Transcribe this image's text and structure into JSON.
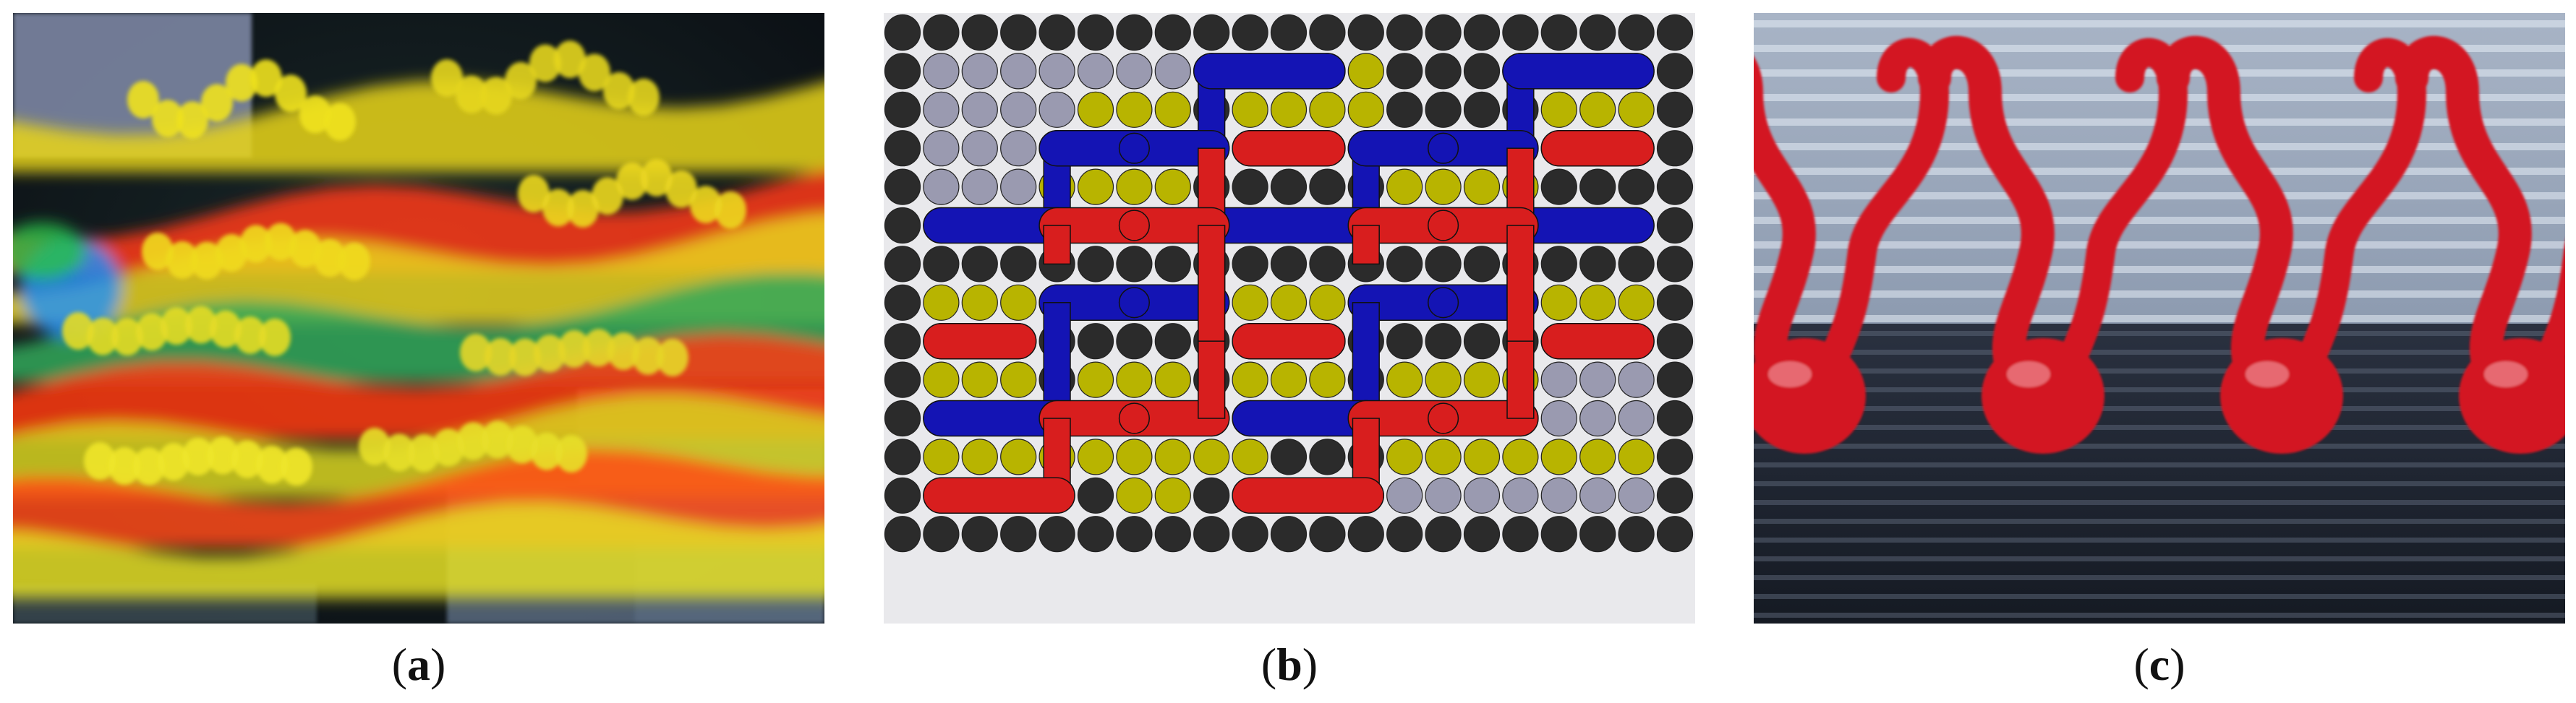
{
  "panels": [
    {
      "id": "a",
      "caption_open": "(",
      "caption_letter": "a",
      "caption_close": ")",
      "kind": "micrograph of multicolor printed textile"
    },
    {
      "id": "b",
      "caption_open": "(",
      "caption_letter": "b",
      "caption_close": ")",
      "kind": "schematic of fiber layout"
    },
    {
      "id": "c",
      "caption_open": "(",
      "caption_letter": "c",
      "caption_close": ")",
      "kind": "micrograph of red looped filament on ribbed substrate"
    }
  ],
  "colors": {
    "red": "#d81e1e",
    "blue": "#1414b4",
    "yellow": "#b8b400",
    "grey": "#9a9ab0",
    "black": "#2b2b2b",
    "background": "#ffffff"
  }
}
